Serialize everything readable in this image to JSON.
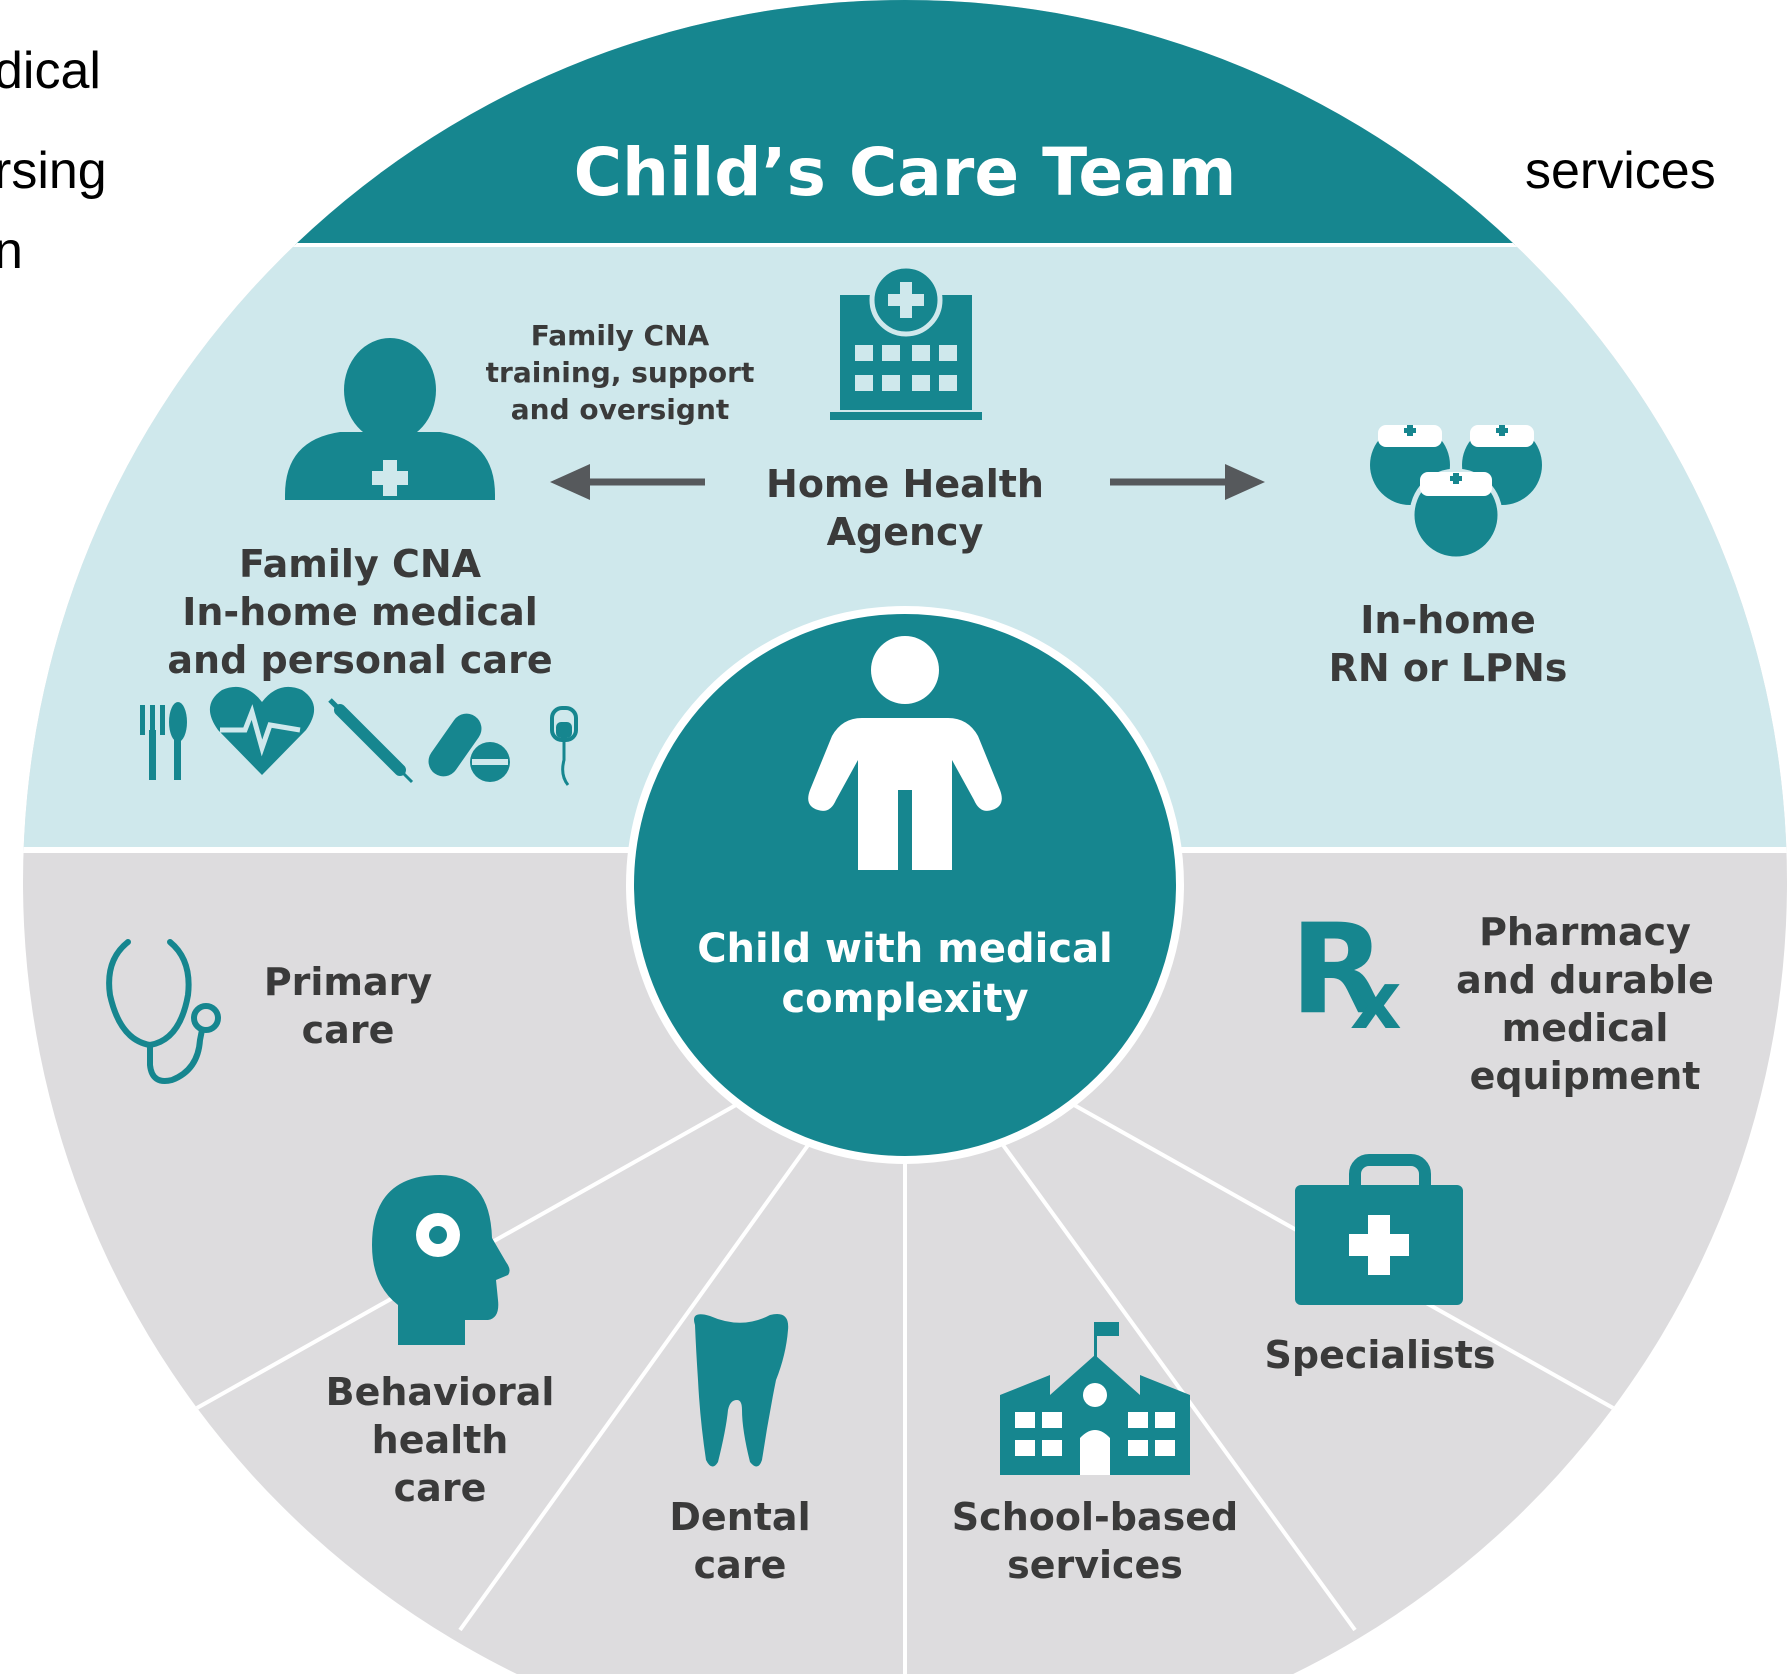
{
  "background_text": {
    "left_lines": [
      "dical",
      "rsing",
      "n"
    ],
    "right_text": "services"
  },
  "diagram": {
    "title": "Child’s Care Team",
    "colors": {
      "teal": "#16868f",
      "light_teal": "#cfe8ec",
      "gray": "#dddcde",
      "divider": "#ffffff",
      "text_dark": "#3a3a3a",
      "arrow": "#56595c"
    },
    "center": {
      "icon": "child-figure-icon",
      "label_lines": [
        "Child with medical",
        "complexity"
      ]
    },
    "home_health": {
      "icon": "hospital-building-icon",
      "note_lines": [
        "Family CNA",
        "training, support",
        "and oversignt"
      ],
      "label_lines": [
        "Home Health",
        "Agency"
      ]
    },
    "family_cna": {
      "icon": "nurse-person-icon",
      "label_lines": [
        "Family CNA",
        "In-home medical",
        "and personal care"
      ],
      "care_icons": [
        "fork-knife-icon",
        "heart-pulse-icon",
        "syringe-icon",
        "pills-icon",
        "iv-bag-icon"
      ]
    },
    "nurses": {
      "icon": "nurses-group-icon",
      "label_lines": [
        "In-home",
        "RN or LPNs"
      ]
    },
    "segments": [
      {
        "id": "primary-care",
        "icon": "stethoscope-icon",
        "label_lines": [
          "Primary",
          "care"
        ]
      },
      {
        "id": "behavioral-health",
        "icon": "head-gear-icon",
        "label_lines": [
          "Behavioral",
          "health",
          "care"
        ]
      },
      {
        "id": "dental-care",
        "icon": "tooth-icon",
        "label_lines": [
          "Dental",
          "care"
        ]
      },
      {
        "id": "school-based",
        "icon": "school-building-icon",
        "label_lines": [
          "School-based",
          "services"
        ]
      },
      {
        "id": "specialists",
        "icon": "medical-kit-icon",
        "label_lines": [
          "Specialists"
        ]
      },
      {
        "id": "pharmacy",
        "icon": "rx-icon",
        "label_lines": [
          "Pharmacy",
          "and durable",
          "medical",
          "equipment"
        ]
      }
    ]
  }
}
